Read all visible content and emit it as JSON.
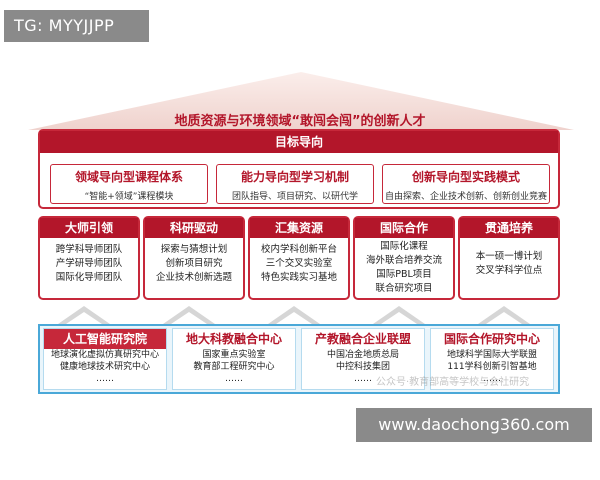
{
  "watermark_top": "TG: MYYJJPP",
  "roof_title": "地质资源与环境领域“敢闯会闯”的创新人才",
  "goal": {
    "header": "目标导向",
    "cards": [
      {
        "title": "领域导向型课程体系",
        "sub": "“智能+领域”课程模块"
      },
      {
        "title": "能力导向型学习机制",
        "sub": "团队指导、项目研究、以研代学"
      },
      {
        "title": "创新导向型实践模式",
        "sub": "自由探索、企业技术创新、创新创业竞赛"
      }
    ]
  },
  "pillars": [
    {
      "title": "大师引领",
      "lines": [
        "跨学科导师团队",
        "产学研导师团队",
        "国际化导师团队"
      ]
    },
    {
      "title": "科研驱动",
      "lines": [
        "探索与猜想计划",
        "创新项目研究",
        "企业技术创新选题"
      ]
    },
    {
      "title": "汇集资源",
      "lines": [
        "校内学科创新平台",
        "三个交叉实验室",
        "特色实践实习基地"
      ]
    },
    {
      "title": "国际合作",
      "lines": [
        "国际化课程",
        "海外联合培养交流",
        "国际PBL项目",
        "联合研究项目"
      ]
    },
    {
      "title": "贯通培养",
      "lines": [
        "本一硕一博计划",
        "交叉学科学位点"
      ]
    }
  ],
  "bases": [
    {
      "title": "人工智能研究院",
      "lines": [
        "地球演化虚拟仿真研究中心",
        "健康地球技术研究中心",
        "……"
      ]
    },
    {
      "title": "地大科教融合中心",
      "lines": [
        "国家重点实验室",
        "教育部工程研究中心",
        "……"
      ]
    },
    {
      "title": "产教融合企业联盟",
      "lines": [
        "中国冶金地质总局",
        "中控科技集团",
        "……"
      ]
    },
    {
      "title": "国际合作研究中心",
      "lines": [
        "地球科学国际大学联盟",
        "111学科创新引智基地",
        "……"
      ]
    }
  ],
  "faint_watermark": "公众号·教育部高等学校与会社研究",
  "url_watermark": "www.daochong360.com",
  "colors": {
    "red": "#b3162a",
    "blue": "#4aa8d8",
    "roof": "#f3ddd9",
    "gray_watermark": "#8a8a8a"
  }
}
